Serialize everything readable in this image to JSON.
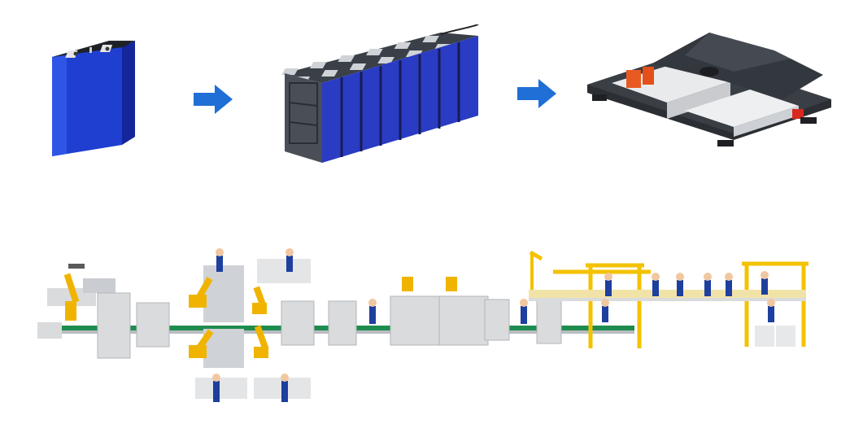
{
  "colors": {
    "arrow": "#1f6fd6",
    "cell_blue": "#1f3fd0",
    "robot_yellow": "#f0b400",
    "gantry_yellow": "#f3c200",
    "worker_blue": "#1d3f9e",
    "machine_grey": "#d9dbdd",
    "conveyor_green": "#1e8c4e",
    "pack_dark": "#2b2e33"
  },
  "stages": [
    {
      "name": "battery-cell"
    },
    {
      "name": "battery-module"
    },
    {
      "name": "battery-pack"
    }
  ],
  "flow_arrows": [
    {
      "name": "cell-to-module-arrow"
    },
    {
      "name": "module-to-pack-arrow"
    }
  ]
}
